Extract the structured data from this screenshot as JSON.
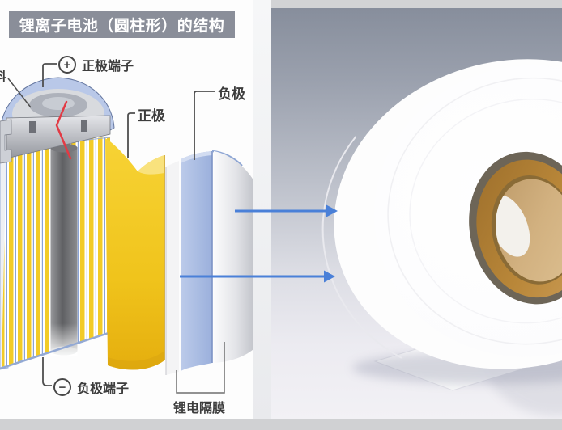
{
  "title": {
    "text": "锂离子电池（圆柱形）的结构"
  },
  "diagram_labels": {
    "positive_terminal": {
      "symbol": "+",
      "label": "正极端子"
    },
    "positive_electrode": {
      "label": "正极"
    },
    "negative_electrode": {
      "label": "负极"
    },
    "negative_terminal": {
      "symbol": "−",
      "label": "负极端子"
    },
    "separator": {
      "label": "锂电隔膜"
    },
    "clipped_left_label": {
      "label": "料"
    }
  },
  "colors": {
    "title_bar_bg": "#8a8e99",
    "title_text": "#ffffff",
    "label_text": "#3d3d3d",
    "arrow_blue": "#4a80d8",
    "electrode_yellow": "#eec11a",
    "negative_layer_blue": "#a9bce3",
    "separator_layer_white": "#f3f3f4",
    "casing_gray": "#d5d7db",
    "center_rod_gray": "#707174",
    "safety_line_red": "#e23a44",
    "roll_core_brown": "#b07c35",
    "photo_bg_top": "#878e9c",
    "photo_bg_bottom": "#f2f1f5",
    "footer_strip": "#d0d1d3"
  }
}
